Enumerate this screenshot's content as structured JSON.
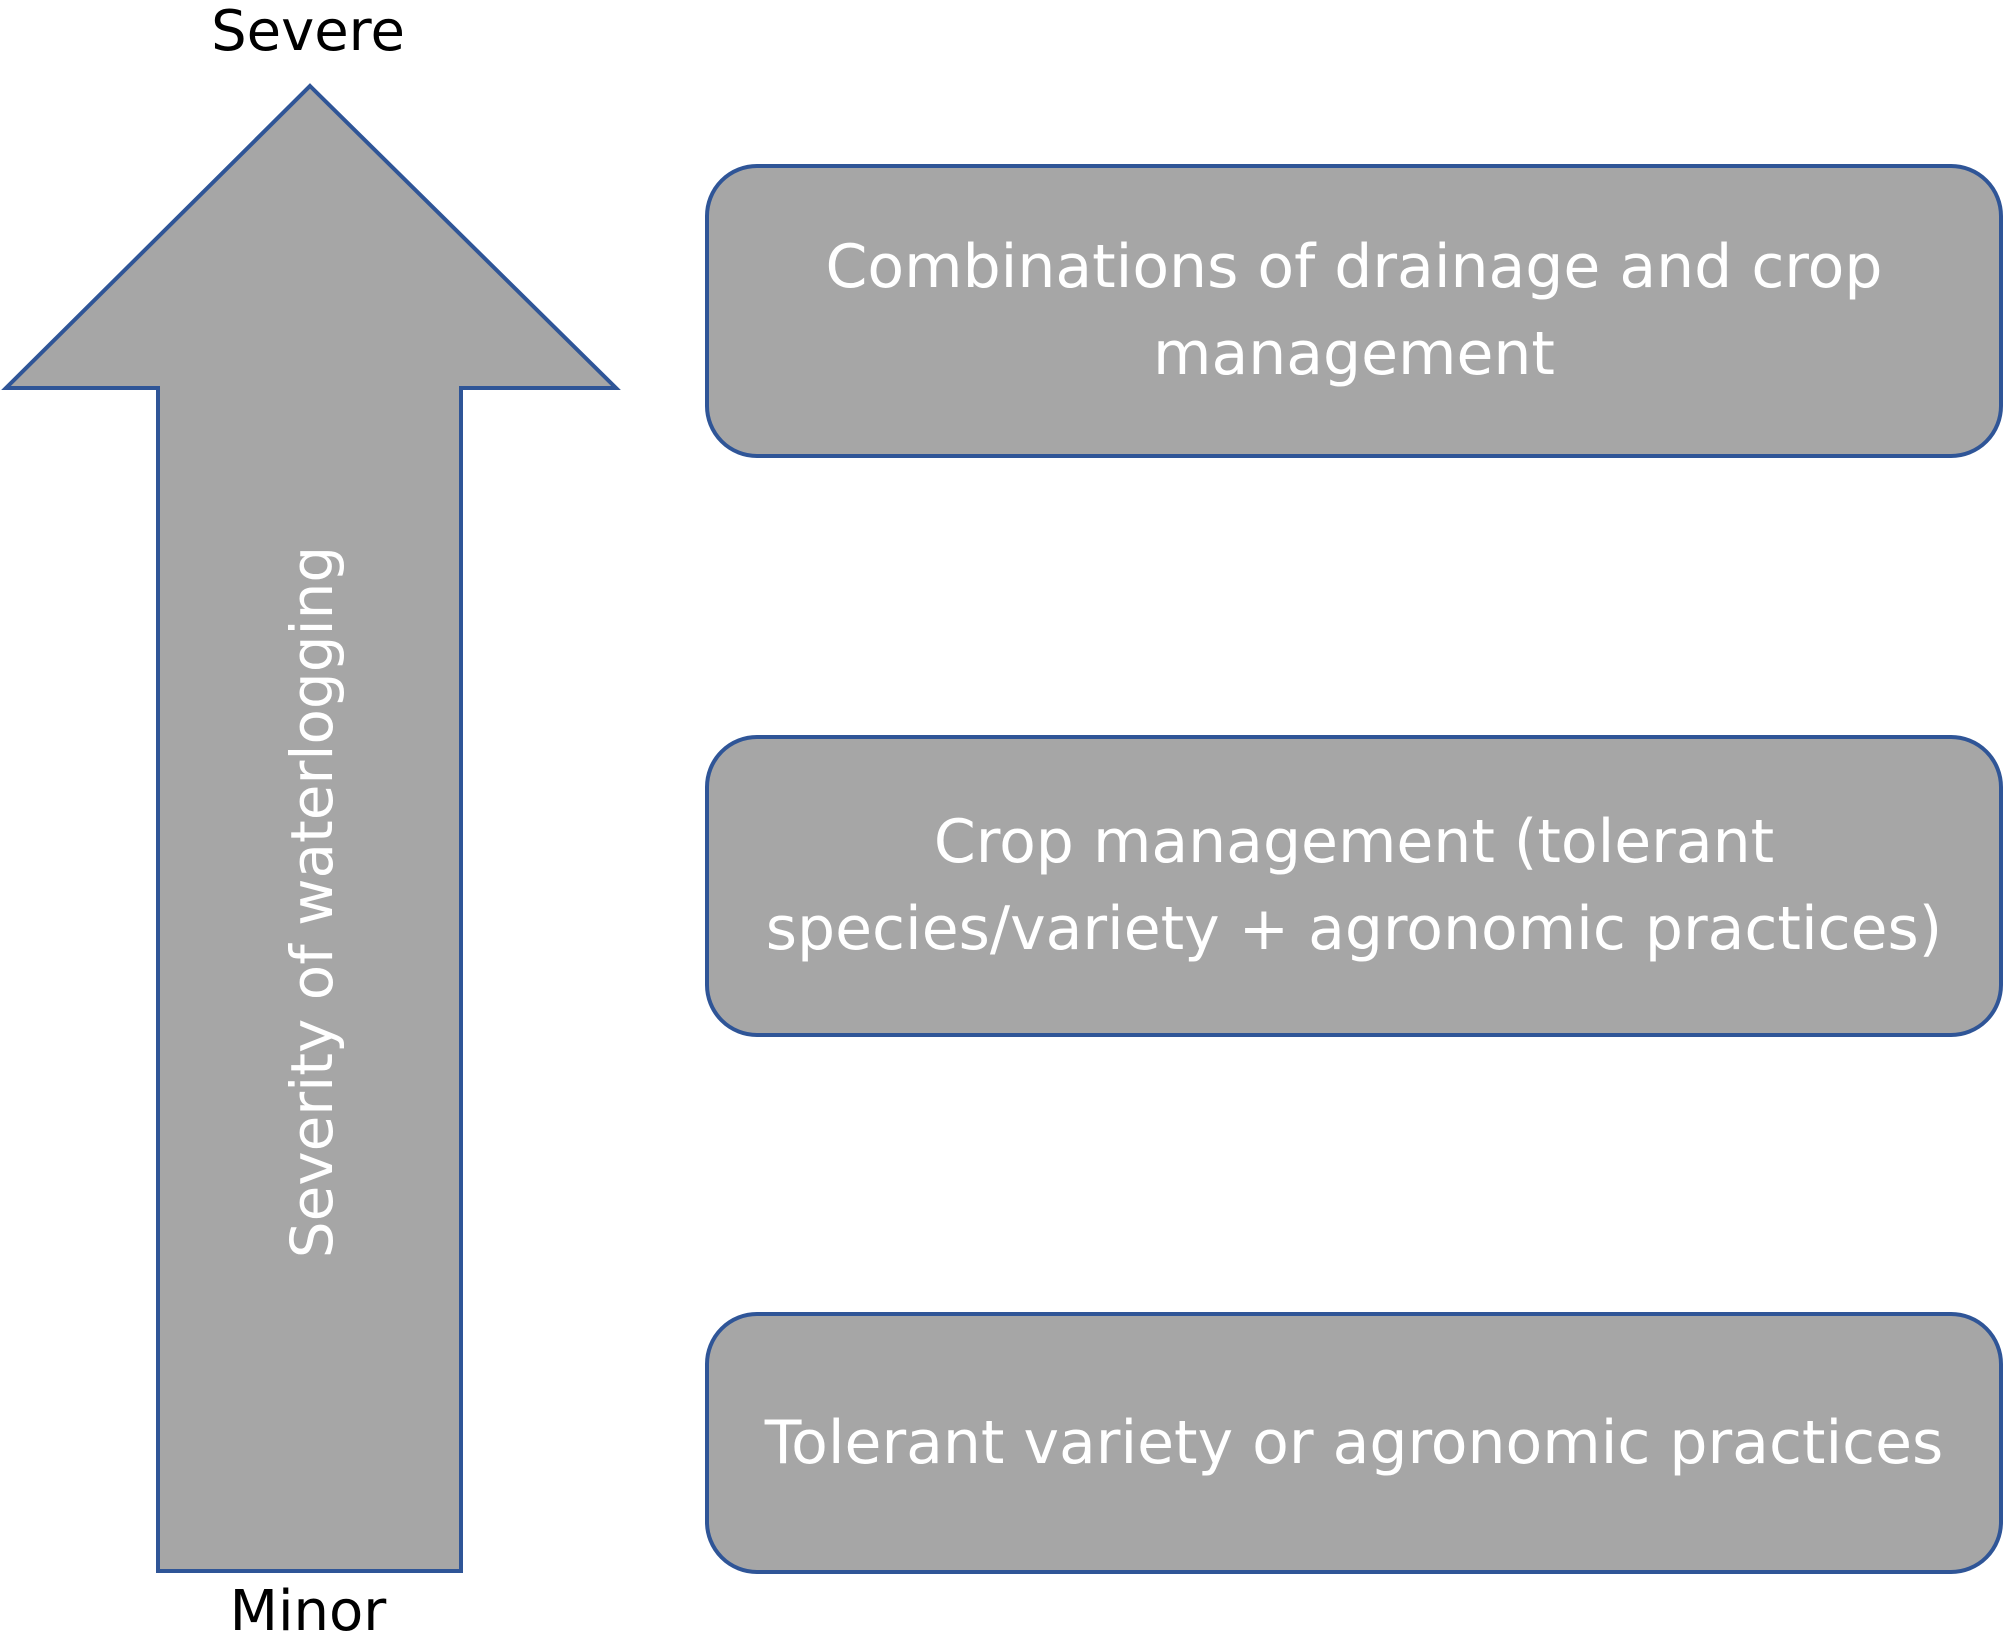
{
  "scale": {
    "top_label": "Severe",
    "bottom_label": "Minor",
    "arrow_label": "Severity of waterlogging"
  },
  "boxes": [
    {
      "text": "Combinations of drainage and crop management"
    },
    {
      "text": "Crop management (tolerant species/variety + agronomic practices)"
    },
    {
      "text": "Tolerant variety or agronomic practices"
    }
  ],
  "colors": {
    "fill": "#a6a6a6",
    "outline": "#2f5597",
    "inner_text": "#ffffff",
    "outer_text": "#000000"
  }
}
